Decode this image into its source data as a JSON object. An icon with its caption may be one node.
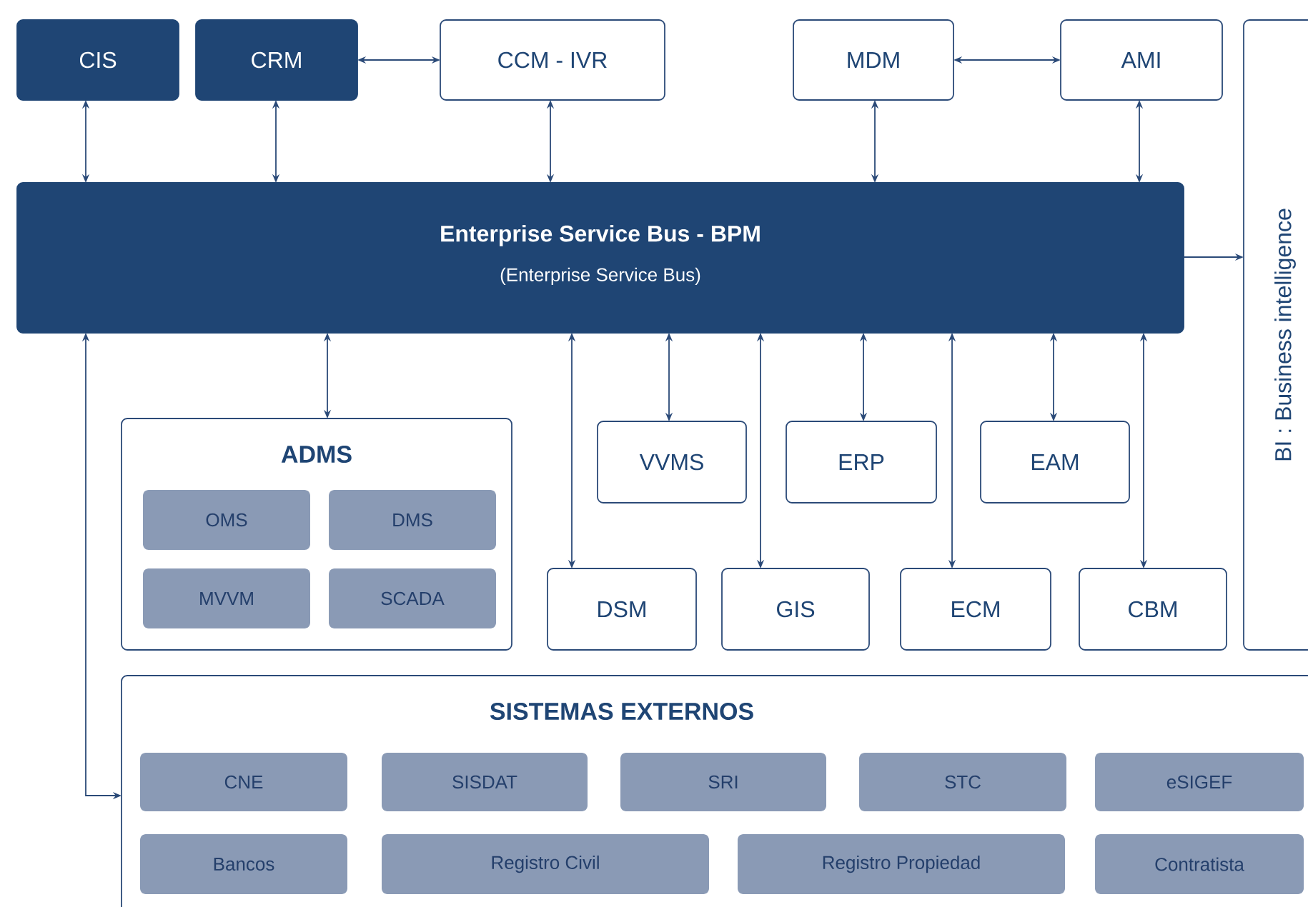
{
  "diagram": {
    "nodes": [
      {
        "text": [
          "CIS"
        ]
      },
      {
        "text": [
          "CRM"
        ]
      },
      {
        "text": [
          "CCM - IVR"
        ]
      },
      {
        "text": [
          "MDM"
        ]
      },
      {
        "text": [
          "AMI"
        ]
      },
      {
        "text": [
          "BI : Business intelligence"
        ]
      },
      {
        "text": [
          "Enterprise Service Bus - BPM",
          "(Enterprise Service Bus)"
        ]
      },
      {
        "text": [
          "ADMS"
        ]
      },
      {
        "text": [
          "OMS"
        ],
        "in": 7
      },
      {
        "text": [
          "DMS"
        ],
        "in": 7
      },
      {
        "text": [
          "MVVM"
        ],
        "in": 7
      },
      {
        "text": [
          "SCADA"
        ],
        "in": 7
      },
      {
        "text": [
          "VVMS"
        ]
      },
      {
        "text": [
          "ERP"
        ]
      },
      {
        "text": [
          "EAM"
        ]
      },
      {
        "text": [
          "DSM"
        ]
      },
      {
        "text": [
          "GIS"
        ]
      },
      {
        "text": [
          "ECM"
        ]
      },
      {
        "text": [
          "CBM"
        ]
      },
      {
        "text": [
          "SISTEMAS EXTERNOS"
        ]
      },
      {
        "text": [
          "CNE"
        ],
        "in": 19
      },
      {
        "text": [
          "SISDAT"
        ],
        "in": 19
      },
      {
        "text": [
          "SRI"
        ],
        "in": 19
      },
      {
        "text": [
          "STC"
        ],
        "in": 19
      },
      {
        "text": [
          "eSIGEF"
        ],
        "in": 19
      },
      {
        "text": [
          "Bancos"
        ],
        "in": 19
      },
      {
        "text": [
          "Registro Civil"
        ],
        "in": 19
      },
      {
        "text": [
          "Registro Propiedad"
        ],
        "in": 19
      },
      {
        "text": [
          "Contratista"
        ],
        "in": 19
      }
    ],
    "edges": [
      {
        "from": 0,
        "to": 6,
        "arrow": "both"
      },
      {
        "from": 1,
        "to": 6,
        "arrow": "both"
      },
      {
        "from": 1,
        "to": 2,
        "arrow": "both"
      },
      {
        "from": 2,
        "to": 6,
        "arrow": "both"
      },
      {
        "from": 3,
        "to": 4,
        "arrow": "both"
      },
      {
        "from": 3,
        "to": 6,
        "arrow": "both"
      },
      {
        "from": 4,
        "to": 6,
        "arrow": "both"
      },
      {
        "from": 6,
        "to": 5,
        "arrow": "to"
      },
      {
        "from": 6,
        "to": 7,
        "arrow": "both"
      },
      {
        "from": 6,
        "to": 15,
        "arrow": "both"
      },
      {
        "from": 6,
        "to": 12,
        "arrow": "both"
      },
      {
        "from": 6,
        "to": 16,
        "arrow": "both"
      },
      {
        "from": 6,
        "to": 13,
        "arrow": "both"
      },
      {
        "from": 6,
        "to": 17,
        "arrow": "both"
      },
      {
        "from": 6,
        "to": 14,
        "arrow": "both"
      },
      {
        "from": 6,
        "to": 18,
        "arrow": "both"
      },
      {
        "from": 6,
        "to": 19,
        "arrow": "both"
      }
    ]
  }
}
